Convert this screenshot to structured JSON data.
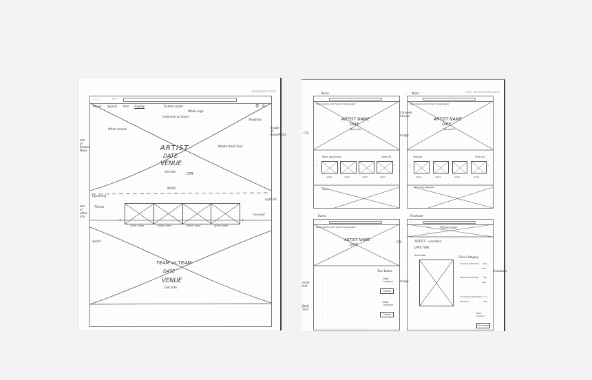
{
  "left_sheet": {
    "corner_label": "BROWSER GRID",
    "browser_chrome": {
      "dots": "○○○",
      "arrows": "‹ ›"
    },
    "nav": {
      "items": [
        "Music",
        "Sports",
        "Arts",
        "Family"
      ],
      "logo": "Ticketmaster",
      "icons": [
        "search-icon",
        "user-icon"
      ]
    },
    "hero": {
      "title": "ARTIST",
      "date": "DATE",
      "venue": "VENUE",
      "more_info": "Get Info",
      "cta_note": "CTA",
      "bold_note": "White Bold Text"
    },
    "divider_label": "MUSIC",
    "carousel": {
      "heading": "Upcoming",
      "sub": "Tickets",
      "items": [
        "Artist name",
        "Artist name",
        "Artist name",
        "Artist name"
      ],
      "prev": "‹",
      "next": "›"
    },
    "sports": {
      "label": "Sports",
      "title": "TEAM vs TEAM",
      "date": "DATE",
      "venue": "VENUE",
      "more_info": "Get Info"
    },
    "annotations": {
      "white_arrows": "White Arrows",
      "underline_on_hover": "Underline on hover",
      "white_logo": "White Logo",
      "shopping": "Shopping",
      "image_of_band": "Image of Band/Artist",
      "lots_of_browse": "lots of Browse Ways",
      "lots_of_other": "lots of other info",
      "light_bg": "Light BG",
      "carousel": "Carousel"
    }
  },
  "right_sheet": {
    "corner_label": "4-UP BROWSERS GRID",
    "panels": [
      {
        "label": "Home",
        "nav": "Music Sports Arts Family   Ticketmaster",
        "hero": {
          "title": "ARTIST NAME",
          "date": "DATE",
          "info": "More Info"
        },
        "row_heading": "More upcoming",
        "view_all": "View All",
        "items": [
          "Artist",
          "Artist",
          "Artist",
          "Artist"
        ],
        "footer_label": "Sports"
      },
      {
        "label": "Music",
        "nav": "Music Sports Arts Family   Ticketmaster",
        "hero": {
          "title": "ARTIST NAME",
          "date": "DATE",
          "info": "More Info"
        },
        "row_heading": "Popular",
        "view_all": "View All",
        "items": [
          "Artist",
          "Artist",
          "Artist",
          "Artist"
        ],
        "footer_label": "Upcoming Releases"
      },
      {
        "label": "Event",
        "nav": "Music Sports Arts Family   Ticketmaster",
        "hero": {
          "title": "ARTIST NAME",
          "date": "DATE"
        },
        "tour_dates": "Tour Dates",
        "dates": [
          {
            "text": "Date Location",
            "button": "Tickets"
          },
          {
            "text": "Date Location",
            "button": "Tickets"
          }
        ]
      },
      {
        "label": "Purchase",
        "nav": "Ticketmaster",
        "event_title": "ARTIST - Location",
        "event_time": "DATE TIME",
        "seat_map": "Seat Map",
        "price_category": "Price Category",
        "prices": [
          {
            "label": "General Admission",
            "qty": "Qty",
            "price": "$XX"
          },
          {
            "label": "Reserved Seating",
            "qty": "Qty",
            "price": "$XX"
          },
          {
            "label": "2x General Admission + $",
            "qty": "",
            "price": ""
          },
          {
            "label": "Seating $",
            "qty": "",
            "price": "$XX"
          }
        ],
        "footer": "Date Location",
        "checkout_button": "Purchase"
      }
    ],
    "annotations": {
      "cta": "CTA",
      "image": "Image",
      "carousel_arrows": "Carousel Arrows",
      "artist_info": "Artist Info",
      "body_text": "Body Text",
      "dropdown": "Dropdown",
      "cta2": "CTA",
      "image2": "Image"
    }
  }
}
